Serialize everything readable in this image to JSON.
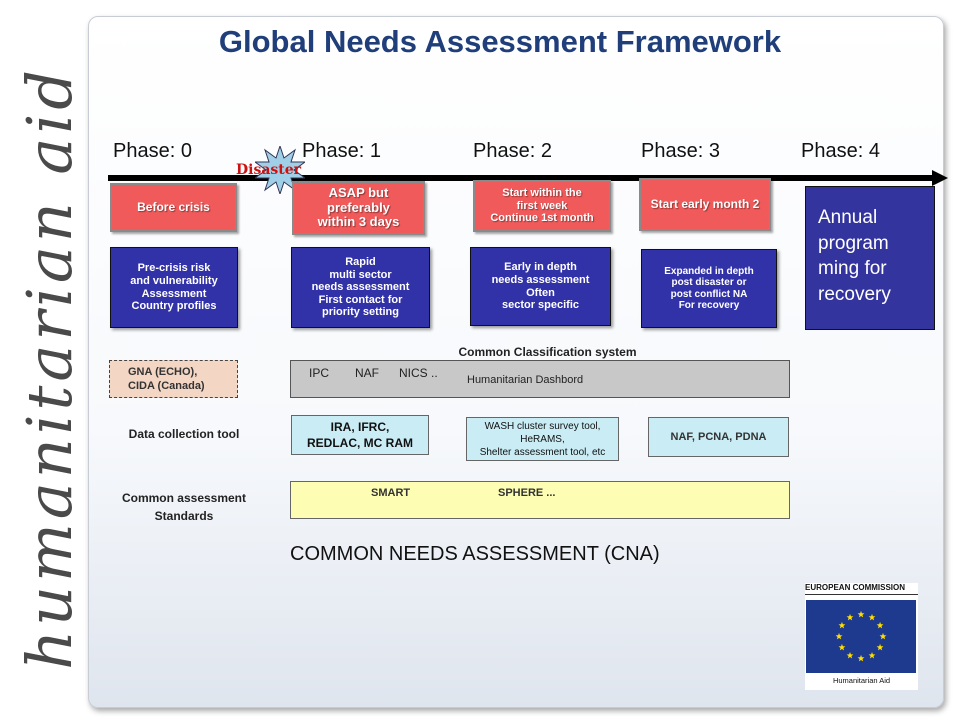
{
  "sidebar": {
    "text": "humanitarian aid"
  },
  "title": "Global Needs Assessment Framework",
  "phases": [
    "Phase: 0",
    "Phase: 1",
    "Phase: 2",
    "Phase: 3",
    "Phase: 4"
  ],
  "disaster_label": "Disaster",
  "timing_boxes": [
    "Before crisis",
    "ASAP but\npreferably\nwithin 3 days",
    "Start within the\nfirst week\nContinue 1st month",
    "Start early month 2"
  ],
  "assessment_boxes": [
    "Pre-crisis risk\nand vulnerability\nAssessment\nCountry profiles",
    "Rapid\nmulti sector\nneeds assessment\nFirst contact for\npriority setting",
    "Early in depth\nneeds assessment\nOften\nsector specific",
    "Expanded in depth\npost disaster or\npost conflict NA\nFor recovery"
  ],
  "annual_box": "Annual\nprogram\nming for\nrecovery",
  "classification": {
    "heading": "Common Classification system",
    "gna": "GNA (ECHO),\nCIDA (Canada)",
    "items": [
      "IPC",
      "NAF",
      "NICS ..",
      "Humanitarian Dashbord"
    ]
  },
  "data_collection": {
    "label": "Data collection tool",
    "tools": [
      "IRA, IFRC,\nREDLAC, MC RAM",
      "WASH cluster survey tool,\nHeRAMS,\nShelter assessment tool, etc",
      "NAF, PCNA, PDNA"
    ]
  },
  "standards": {
    "label": "Common assessment\nStandards",
    "items": [
      "SMART",
      "SPHERE ..."
    ]
  },
  "cna": "COMMON NEEDS ASSESSMENT (CNA)",
  "ec": {
    "top": "EUROPEAN COMMISSION",
    "bottom": "Humanitarian Aid"
  },
  "colors": {
    "title": "#1f3e7a",
    "red_box": "#f05a5a",
    "blue_box": "#3232a8",
    "gna_box": "#f3d6c4",
    "tool_box": "#c9ecf5",
    "standards_bar": "#fdfdb4",
    "eu_flag": "#1d3a8f",
    "eu_star": "#ffdd00"
  }
}
